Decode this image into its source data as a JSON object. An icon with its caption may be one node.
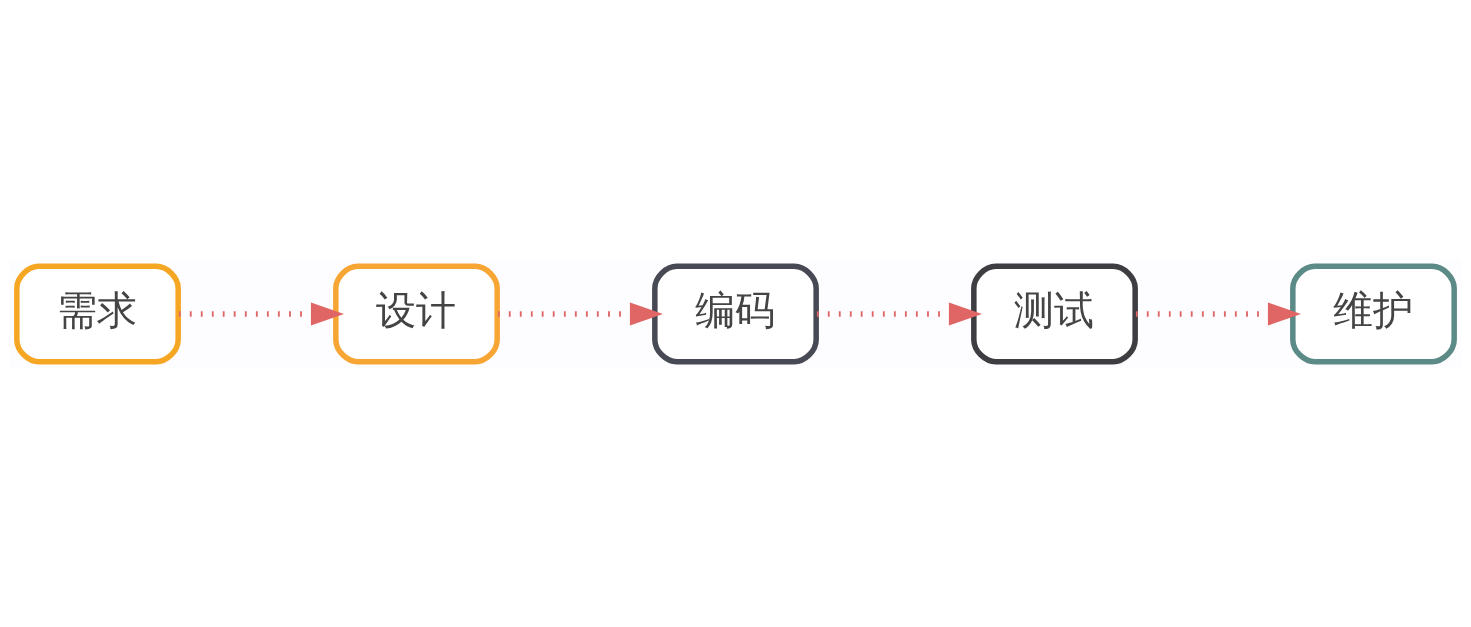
{
  "diagram": {
    "nodes": [
      {
        "text": [
          "需求"
        ]
      },
      {
        "text": [
          "设计"
        ]
      },
      {
        "text": [
          "编码"
        ]
      },
      {
        "text": [
          "测试"
        ]
      },
      {
        "text": [
          "维护"
        ]
      }
    ],
    "edges": [
      {
        "from": 0,
        "to": 1,
        "arrow": "to",
        "style": "dashed"
      },
      {
        "from": 1,
        "to": 2,
        "arrow": "to",
        "style": "dashed"
      },
      {
        "from": 2,
        "to": 3,
        "arrow": "to",
        "style": "dashed"
      },
      {
        "from": 3,
        "to": 4,
        "arrow": "to",
        "style": "dashed"
      }
    ]
  }
}
